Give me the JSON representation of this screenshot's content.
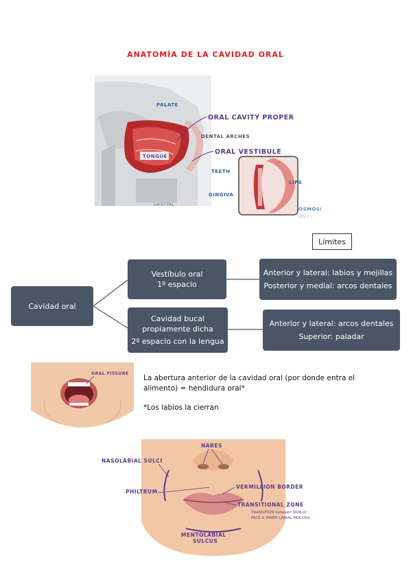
{
  "title": "ANATOMÍA DE LA CAVIDAD ORAL",
  "figure1": {
    "labels": {
      "palate": "PALATE",
      "oral_cavity_proper": "ORAL CAVITY PROPER",
      "dental_arches": "DENTAL ARCHES",
      "oral_vestibule": "ORAL VESTIBULE",
      "tongue": "TONGUE",
      "teeth": "TEETH",
      "lips": "LIPS",
      "gingiva": "GINGIVA",
      "sagittal": "SAGITTAL",
      "brand": "OSMOSI",
      "brand_year": "2023 I"
    }
  },
  "limites_label": "Límites",
  "diagram": {
    "root": "Cavidad oral",
    "branch1": {
      "line1": "Vestíbulo oral",
      "line2": "1º espacio"
    },
    "branch2": {
      "line1": "Cavidad bucal",
      "line2": "propiamente dicha",
      "line3": "2º espacio con la lengua"
    },
    "limits1": {
      "line1": "Anterior y lateral: labios y mejillas",
      "line2": "Posterior y medial: arcos dentales"
    },
    "limits2": {
      "line1": "Anterior y lateral: arcos dentales",
      "line2": "Superior: paladar"
    }
  },
  "figure2": {
    "label": "ORAL FISSURE"
  },
  "note": {
    "line1": "La abertura anterior de la cavidad oral (por donde entra el",
    "line2": "alimento) = hendidura oral*",
    "line3": "*Los labios la cierran"
  },
  "figure3": {
    "labels": {
      "nares": "NARES",
      "nasolabial": "NASOLABIAL SULCI",
      "philtrum": "PHILTRUM",
      "vermillion": "VERMILLION BORDER",
      "transitional": "TRANSITIONAL ZONE",
      "transition_desc1": "TRANSITION between SKIN of",
      "transition_desc2": "FACE & INNER LABIAL MUCOSA",
      "mentolabial1": "MENTOLABIAL",
      "mentolabial2": "SULCUS"
    }
  },
  "colors": {
    "title": "#e11d1d",
    "box": "#4a5566",
    "label_purple": "#5b3d8c",
    "lip": "#d88c8c"
  }
}
